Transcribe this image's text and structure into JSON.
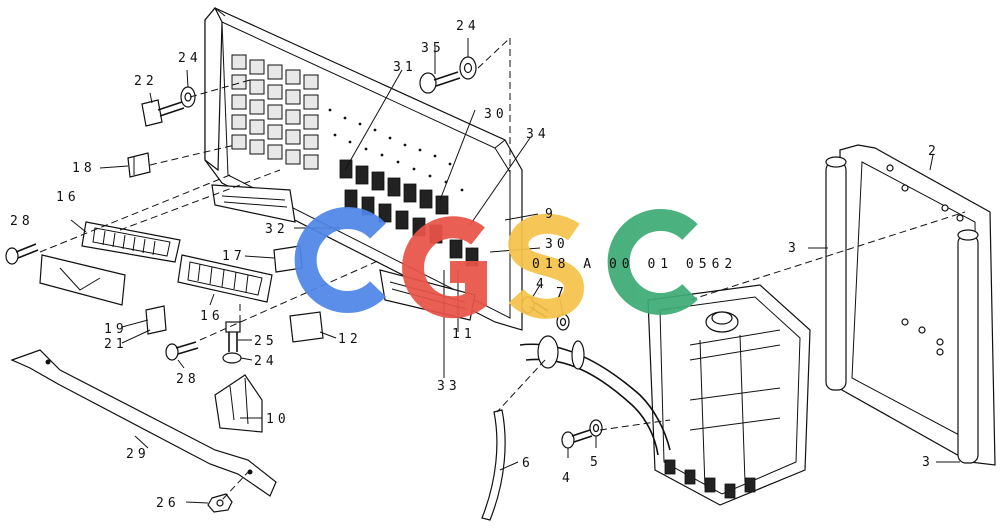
{
  "diagram": {
    "document_number": "018 A 00 01 0562",
    "watermark": {
      "text": "CGSC",
      "colors": [
        "#4f86e8",
        "#e95348",
        "#f6c34a",
        "#3dab74"
      ]
    },
    "callouts": {
      "c2": "2",
      "c3a": "3",
      "c3b": "3",
      "c4a": "4",
      "c4b": "4",
      "c5": "5",
      "c6": "6",
      "c7": "7",
      "c9": "9",
      "c10": "10",
      "c11": "11",
      "c12": "12",
      "c16a": "16",
      "c16b": "16",
      "c17": "17",
      "c18": "18",
      "c19": "19",
      "c21": "21",
      "c22": "22",
      "c24a": "24",
      "c24b": "24",
      "c24c": "24",
      "c25": "25",
      "c26": "26",
      "c28a": "28",
      "c28b": "28",
      "c29": "29",
      "c30a": "30",
      "c30b": "30",
      "c31": "31",
      "c32": "32",
      "c33": "33",
      "c34": "34",
      "c35": "35"
    }
  }
}
